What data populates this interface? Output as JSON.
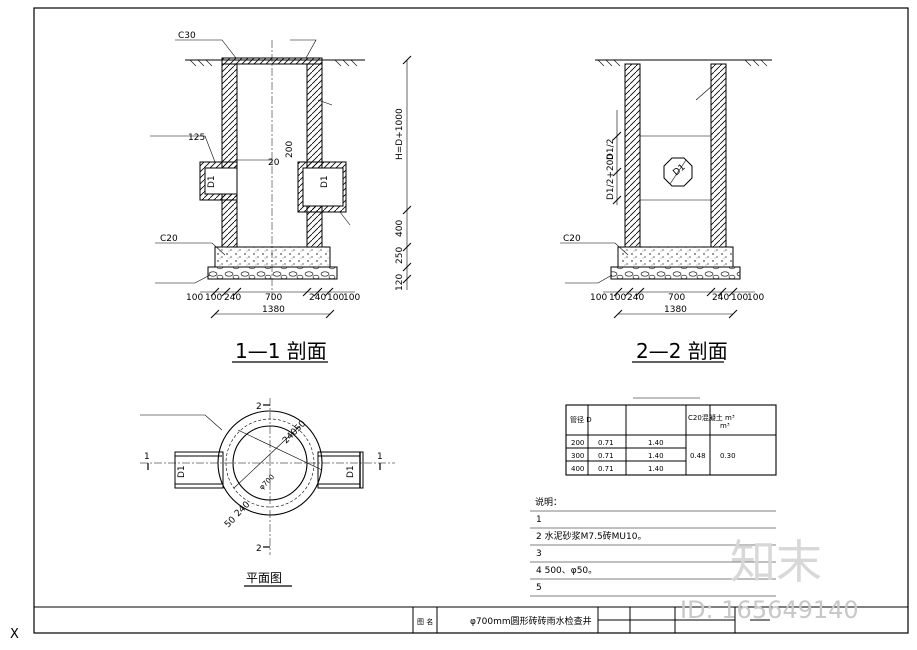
{
  "section11": {
    "title": "1—1 剖面",
    "dims_bottom": [
      "100",
      "100",
      "240",
      "700",
      "240",
      "100",
      "100"
    ],
    "total": "1380",
    "right_dims": [
      "H=D+1000",
      "400",
      "250",
      "120"
    ],
    "left_labels": [
      "C30",
      "C20"
    ],
    "small_dims": [
      "125",
      "200",
      "20"
    ],
    "pipe_label": "D1"
  },
  "section22": {
    "title": "2—2 剖面",
    "dims_bottom": [
      "100",
      "100",
      "240",
      "700",
      "240",
      "100",
      "100"
    ],
    "total": "1380",
    "vert_dims": [
      "D1/2+200",
      "D1/2"
    ],
    "left_label": "C20",
    "pipe_label": "D1"
  },
  "plan": {
    "title": "平面图",
    "cut_marks": [
      "1",
      "1",
      "2",
      "2"
    ],
    "dims": [
      "50",
      "240",
      "50",
      "240",
      "φ700"
    ],
    "pipe_label": "D1"
  },
  "table": {
    "header": [
      "管径 D",
      "",
      "",
      "C20混凝土 m³",
      "m³"
    ],
    "rows": [
      [
        "200",
        "0.71",
        "1.40"
      ],
      [
        "300",
        "0.71",
        "1.40"
      ],
      [
        "400",
        "0.71",
        "1.40"
      ]
    ],
    "merged": [
      "0.48",
      "0.30"
    ]
  },
  "notes": {
    "title": "说明：",
    "items": [
      "1",
      "2  水泥砂浆M7.5砖MU10。",
      "3",
      "4                                                              500、φ50。",
      "5"
    ]
  },
  "title_block": {
    "left": "图 名",
    "name": "φ700mm圆形砖砖雨水检查井"
  },
  "watermark": {
    "brand": "知末",
    "id": "ID: 165649140"
  },
  "corner_mark": "X"
}
